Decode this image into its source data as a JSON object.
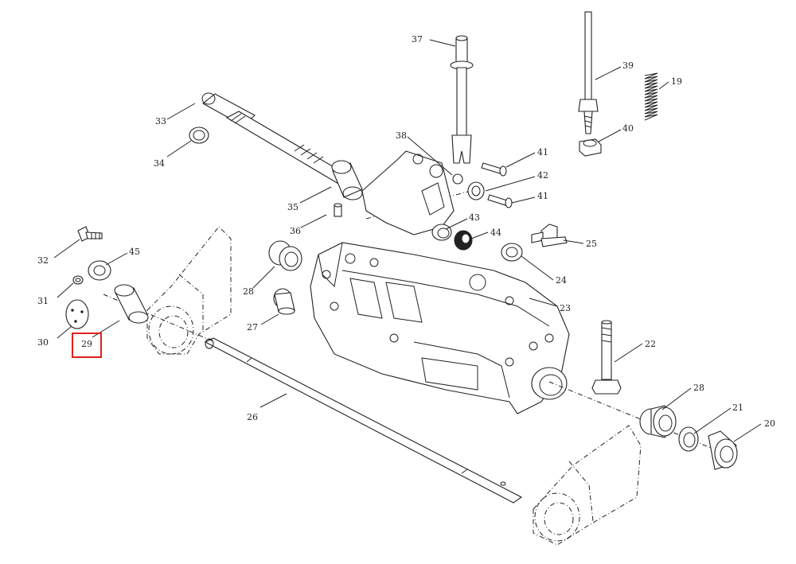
{
  "labels": {
    "l19": "19",
    "l20": "20",
    "l21": "21",
    "l22": "22",
    "l23": "23",
    "l24": "24",
    "l25": "25",
    "l26": "26",
    "l27": "27",
    "l28a": "28",
    "l28b": "28",
    "l29": "29",
    "l30": "30",
    "l31": "31",
    "l32": "32",
    "l33": "33",
    "l34": "34",
    "l35": "35",
    "l36": "36",
    "l37": "37",
    "l38": "38",
    "l39": "39",
    "l40": "40",
    "l41a": "41",
    "l41b": "41",
    "l42": "42",
    "l43": "43",
    "l44": "44",
    "l45": "45"
  },
  "highlight": {
    "color": "#e02020",
    "target_part": "29"
  }
}
